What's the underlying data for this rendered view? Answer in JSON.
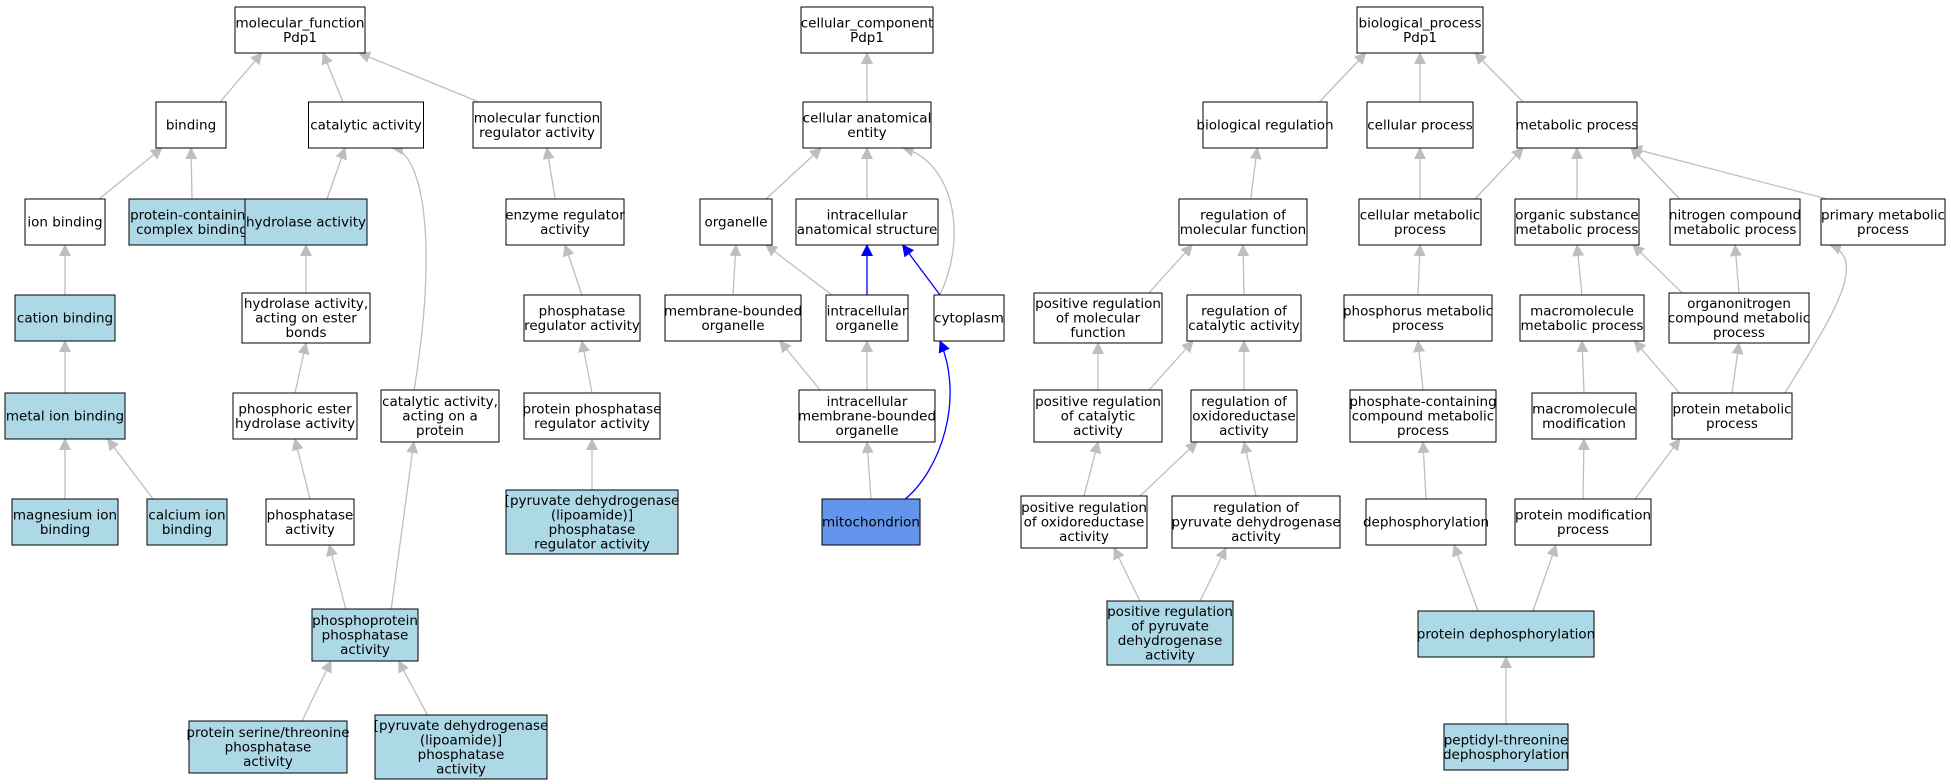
{
  "colors": {
    "plain": "#ffffff",
    "annotated": "#add8e6",
    "focus": "#6495ed",
    "edge_gray": "#bebebe",
    "edge_blue": "#0000ff"
  },
  "nodes": [
    {
      "id": "mf_root",
      "lines": [
        "molecular_function",
        "Pdp1"
      ],
      "fill": "plain"
    },
    {
      "id": "binding",
      "lines": [
        "binding"
      ],
      "fill": "plain"
    },
    {
      "id": "catalytic",
      "lines": [
        "catalytic activity"
      ],
      "fill": "plain"
    },
    {
      "id": "mf_reg",
      "lines": [
        "molecular function",
        "regulator activity"
      ],
      "fill": "plain"
    },
    {
      "id": "ion_binding",
      "lines": [
        "ion binding"
      ],
      "fill": "plain"
    },
    {
      "id": "protein_complex_binding",
      "lines": [
        "protein-containing",
        "complex binding"
      ],
      "fill": "annotated"
    },
    {
      "id": "hydrolase",
      "lines": [
        "hydrolase activity"
      ],
      "fill": "annotated"
    },
    {
      "id": "enzyme_reg",
      "lines": [
        "enzyme regulator",
        "activity"
      ],
      "fill": "plain"
    },
    {
      "id": "cation_binding",
      "lines": [
        "cation binding"
      ],
      "fill": "annotated"
    },
    {
      "id": "hydrolase_ester",
      "lines": [
        "hydrolase activity,",
        "acting on ester",
        "bonds"
      ],
      "fill": "plain"
    },
    {
      "id": "phosphatase_reg",
      "lines": [
        "phosphatase",
        "regulator activity"
      ],
      "fill": "plain"
    },
    {
      "id": "metal_ion_binding",
      "lines": [
        "metal ion binding"
      ],
      "fill": "annotated"
    },
    {
      "id": "phosphoric_ester",
      "lines": [
        "phosphoric ester",
        "hydrolase activity"
      ],
      "fill": "plain"
    },
    {
      "id": "catalytic_protein",
      "lines": [
        "catalytic activity,",
        "acting on a",
        "protein"
      ],
      "fill": "plain"
    },
    {
      "id": "protein_phosphatase_reg",
      "lines": [
        "protein phosphatase",
        "regulator activity"
      ],
      "fill": "plain"
    },
    {
      "id": "magnesium",
      "lines": [
        "magnesium ion",
        "binding"
      ],
      "fill": "annotated"
    },
    {
      "id": "calcium",
      "lines": [
        "calcium ion",
        "binding"
      ],
      "fill": "annotated"
    },
    {
      "id": "phosphatase",
      "lines": [
        "phosphatase",
        "activity"
      ],
      "fill": "plain"
    },
    {
      "id": "pdh_phosphatase_reg",
      "lines": [
        "[pyruvate dehydrogenase",
        "(lipoamide)]",
        "phosphatase",
        "regulator activity"
      ],
      "fill": "annotated"
    },
    {
      "id": "phosphoprotein_phosphatase",
      "lines": [
        "phosphoprotein",
        "phosphatase",
        "activity"
      ],
      "fill": "annotated"
    },
    {
      "id": "ser_thr_phosphatase",
      "lines": [
        "protein serine/threonine",
        "phosphatase",
        "activity"
      ],
      "fill": "annotated"
    },
    {
      "id": "pdh_phosphatase",
      "lines": [
        "[pyruvate dehydrogenase",
        "(lipoamide)]",
        "phosphatase",
        "activity"
      ],
      "fill": "annotated"
    },
    {
      "id": "cc_root",
      "lines": [
        "cellular_component",
        "Pdp1"
      ],
      "fill": "plain"
    },
    {
      "id": "cae",
      "lines": [
        "cellular anatomical",
        "entity"
      ],
      "fill": "plain"
    },
    {
      "id": "organelle",
      "lines": [
        "organelle"
      ],
      "fill": "plain"
    },
    {
      "id": "intracellular_structure",
      "lines": [
        "intracellular",
        "anatomical structure"
      ],
      "fill": "plain"
    },
    {
      "id": "membrane_bounded",
      "lines": [
        "membrane-bounded",
        "organelle"
      ],
      "fill": "plain"
    },
    {
      "id": "intracellular_organelle",
      "lines": [
        "intracellular",
        "organelle"
      ],
      "fill": "plain"
    },
    {
      "id": "cytoplasm",
      "lines": [
        "cytoplasm"
      ],
      "fill": "plain"
    },
    {
      "id": "intracellular_mbo",
      "lines": [
        "intracellular",
        "membrane-bounded",
        "organelle"
      ],
      "fill": "plain"
    },
    {
      "id": "mitochondrion",
      "lines": [
        "mitochondrion"
      ],
      "fill": "focus"
    },
    {
      "id": "bp_root",
      "lines": [
        "biological_process",
        "Pdp1"
      ],
      "fill": "plain"
    },
    {
      "id": "bio_reg",
      "lines": [
        "biological regulation"
      ],
      "fill": "plain"
    },
    {
      "id": "cellular_process",
      "lines": [
        "cellular process"
      ],
      "fill": "plain"
    },
    {
      "id": "metabolic_process",
      "lines": [
        "metabolic process"
      ],
      "fill": "plain"
    },
    {
      "id": "reg_mol_func",
      "lines": [
        "regulation of",
        "molecular function"
      ],
      "fill": "plain"
    },
    {
      "id": "cellular_metabolic",
      "lines": [
        "cellular metabolic",
        "process"
      ],
      "fill": "plain"
    },
    {
      "id": "organic_substance",
      "lines": [
        "organic substance",
        "metabolic process"
      ],
      "fill": "plain"
    },
    {
      "id": "nitrogen_compound",
      "lines": [
        "nitrogen compound",
        "metabolic process"
      ],
      "fill": "plain"
    },
    {
      "id": "primary_metabolic",
      "lines": [
        "primary metabolic",
        "process"
      ],
      "fill": "plain"
    },
    {
      "id": "pos_reg_mol_func",
      "lines": [
        "positive regulation",
        "of molecular",
        "function"
      ],
      "fill": "plain"
    },
    {
      "id": "reg_catalytic",
      "lines": [
        "regulation of",
        "catalytic activity"
      ],
      "fill": "plain"
    },
    {
      "id": "phosphorus_metabolic",
      "lines": [
        "phosphorus metabolic",
        "process"
      ],
      "fill": "plain"
    },
    {
      "id": "macromolecule_metabolic",
      "lines": [
        "macromolecule",
        "metabolic process"
      ],
      "fill": "plain"
    },
    {
      "id": "organonitrogen",
      "lines": [
        "organonitrogen",
        "compound metabolic",
        "process"
      ],
      "fill": "plain"
    },
    {
      "id": "pos_reg_catalytic",
      "lines": [
        "positive regulation",
        "of catalytic",
        "activity"
      ],
      "fill": "plain"
    },
    {
      "id": "reg_oxidoreductase",
      "lines": [
        "regulation of",
        "oxidoreductase",
        "activity"
      ],
      "fill": "plain"
    },
    {
      "id": "phosphate_containing",
      "lines": [
        "phosphate-containing",
        "compound metabolic",
        "process"
      ],
      "fill": "plain"
    },
    {
      "id": "macromolecule_mod",
      "lines": [
        "macromolecule",
        "modification"
      ],
      "fill": "plain"
    },
    {
      "id": "protein_metabolic",
      "lines": [
        "protein metabolic",
        "process"
      ],
      "fill": "plain"
    },
    {
      "id": "pos_reg_oxidoreductase",
      "lines": [
        "positive regulation",
        "of oxidoreductase",
        "activity"
      ],
      "fill": "plain"
    },
    {
      "id": "reg_pdh",
      "lines": [
        "regulation of",
        "pyruvate dehydrogenase",
        "activity"
      ],
      "fill": "plain"
    },
    {
      "id": "dephosphorylation",
      "lines": [
        "dephosphorylation"
      ],
      "fill": "plain"
    },
    {
      "id": "protein_modification",
      "lines": [
        "protein modification",
        "process"
      ],
      "fill": "plain"
    },
    {
      "id": "pos_reg_pdh",
      "lines": [
        "positive regulation",
        "of pyruvate",
        "dehydrogenase",
        "activity"
      ],
      "fill": "annotated"
    },
    {
      "id": "protein_dephos",
      "lines": [
        "protein dephosphorylation"
      ],
      "fill": "annotated"
    },
    {
      "id": "peptidyl_thr_dephos",
      "lines": [
        "peptidyl-threonine",
        "dephosphorylation"
      ],
      "fill": "annotated"
    }
  ],
  "edges": [
    {
      "from": "binding",
      "to": "mf_root",
      "color": "gray"
    },
    {
      "from": "catalytic",
      "to": "mf_root",
      "color": "gray"
    },
    {
      "from": "mf_reg",
      "to": "mf_root",
      "color": "gray"
    },
    {
      "from": "ion_binding",
      "to": "binding",
      "color": "gray"
    },
    {
      "from": "protein_complex_binding",
      "to": "binding",
      "color": "gray"
    },
    {
      "from": "hydrolase",
      "to": "catalytic",
      "color": "gray"
    },
    {
      "from": "catalytic_protein",
      "to": "catalytic",
      "color": "gray"
    },
    {
      "from": "enzyme_reg",
      "to": "mf_reg",
      "color": "gray"
    },
    {
      "from": "cation_binding",
      "to": "ion_binding",
      "color": "gray"
    },
    {
      "from": "hydrolase_ester",
      "to": "hydrolase",
      "color": "gray"
    },
    {
      "from": "phosphatase_reg",
      "to": "enzyme_reg",
      "color": "gray"
    },
    {
      "from": "metal_ion_binding",
      "to": "cation_binding",
      "color": "gray"
    },
    {
      "from": "phosphoric_ester",
      "to": "hydrolase_ester",
      "color": "gray"
    },
    {
      "from": "protein_phosphatase_reg",
      "to": "phosphatase_reg",
      "color": "gray"
    },
    {
      "from": "magnesium",
      "to": "metal_ion_binding",
      "color": "gray"
    },
    {
      "from": "calcium",
      "to": "metal_ion_binding",
      "color": "gray"
    },
    {
      "from": "phosphatase",
      "to": "phosphoric_ester",
      "color": "gray"
    },
    {
      "from": "pdh_phosphatase_reg",
      "to": "protein_phosphatase_reg",
      "color": "gray"
    },
    {
      "from": "phosphoprotein_phosphatase",
      "to": "phosphatase",
      "color": "gray"
    },
    {
      "from": "phosphoprotein_phosphatase",
      "to": "catalytic_protein",
      "color": "gray"
    },
    {
      "from": "ser_thr_phosphatase",
      "to": "phosphoprotein_phosphatase",
      "color": "gray"
    },
    {
      "from": "pdh_phosphatase",
      "to": "phosphoprotein_phosphatase",
      "color": "gray"
    },
    {
      "from": "cae",
      "to": "cc_root",
      "color": "gray"
    },
    {
      "from": "organelle",
      "to": "cae",
      "color": "gray"
    },
    {
      "from": "intracellular_structure",
      "to": "cae",
      "color": "gray"
    },
    {
      "from": "cytoplasm",
      "to": "cae",
      "color": "gray"
    },
    {
      "from": "membrane_bounded",
      "to": "organelle",
      "color": "gray"
    },
    {
      "from": "intracellular_organelle",
      "to": "organelle",
      "color": "gray"
    },
    {
      "from": "intracellular_organelle",
      "to": "intracellular_structure",
      "color": "blue"
    },
    {
      "from": "cytoplasm",
      "to": "intracellular_structure",
      "color": "blue"
    },
    {
      "from": "intracellular_mbo",
      "to": "membrane_bounded",
      "color": "gray"
    },
    {
      "from": "intracellular_mbo",
      "to": "intracellular_organelle",
      "color": "gray"
    },
    {
      "from": "mitochondrion",
      "to": "intracellular_mbo",
      "color": "gray"
    },
    {
      "from": "mitochondrion",
      "to": "cytoplasm",
      "color": "blue"
    },
    {
      "from": "bio_reg",
      "to": "bp_root",
      "color": "gray"
    },
    {
      "from": "cellular_process",
      "to": "bp_root",
      "color": "gray"
    },
    {
      "from": "metabolic_process",
      "to": "bp_root",
      "color": "gray"
    },
    {
      "from": "reg_mol_func",
      "to": "bio_reg",
      "color": "gray"
    },
    {
      "from": "cellular_metabolic",
      "to": "cellular_process",
      "color": "gray"
    },
    {
      "from": "cellular_metabolic",
      "to": "metabolic_process",
      "color": "gray"
    },
    {
      "from": "organic_substance",
      "to": "metabolic_process",
      "color": "gray"
    },
    {
      "from": "nitrogen_compound",
      "to": "metabolic_process",
      "color": "gray"
    },
    {
      "from": "primary_metabolic",
      "to": "metabolic_process",
      "color": "gray"
    },
    {
      "from": "pos_reg_mol_func",
      "to": "reg_mol_func",
      "color": "gray"
    },
    {
      "from": "reg_catalytic",
      "to": "reg_mol_func",
      "color": "gray"
    },
    {
      "from": "phosphorus_metabolic",
      "to": "cellular_metabolic",
      "color": "gray"
    },
    {
      "from": "macromolecule_metabolic",
      "to": "organic_substance",
      "color": "gray"
    },
    {
      "from": "organonitrogen",
      "to": "organic_substance",
      "color": "gray"
    },
    {
      "from": "organonitrogen",
      "to": "nitrogen_compound",
      "color": "gray"
    },
    {
      "from": "pos_reg_catalytic",
      "to": "pos_reg_mol_func",
      "color": "gray"
    },
    {
      "from": "pos_reg_catalytic",
      "to": "reg_catalytic",
      "color": "gray"
    },
    {
      "from": "reg_oxidoreductase",
      "to": "reg_catalytic",
      "color": "gray"
    },
    {
      "from": "phosphate_containing",
      "to": "phosphorus_metabolic",
      "color": "gray"
    },
    {
      "from": "macromolecule_mod",
      "to": "macromolecule_metabolic",
      "color": "gray"
    },
    {
      "from": "protein_metabolic",
      "to": "macromolecule_metabolic",
      "color": "gray"
    },
    {
      "from": "protein_metabolic",
      "to": "organonitrogen",
      "color": "gray"
    },
    {
      "from": "protein_metabolic",
      "to": "primary_metabolic",
      "color": "gray"
    },
    {
      "from": "pos_reg_oxidoreductase",
      "to": "pos_reg_catalytic",
      "color": "gray"
    },
    {
      "from": "pos_reg_oxidoreductase",
      "to": "reg_oxidoreductase",
      "color": "gray"
    },
    {
      "from": "reg_pdh",
      "to": "reg_oxidoreductase",
      "color": "gray"
    },
    {
      "from": "dephosphorylation",
      "to": "phosphate_containing",
      "color": "gray"
    },
    {
      "from": "protein_modification",
      "to": "macromolecule_mod",
      "color": "gray"
    },
    {
      "from": "protein_modification",
      "to": "protein_metabolic",
      "color": "gray"
    },
    {
      "from": "pos_reg_pdh",
      "to": "pos_reg_oxidoreductase",
      "color": "gray"
    },
    {
      "from": "pos_reg_pdh",
      "to": "reg_pdh",
      "color": "gray"
    },
    {
      "from": "protein_dephos",
      "to": "dephosphorylation",
      "color": "gray"
    },
    {
      "from": "protein_dephos",
      "to": "protein_modification",
      "color": "gray"
    },
    {
      "from": "peptidyl_thr_dephos",
      "to": "protein_dephos",
      "color": "gray"
    }
  ]
}
